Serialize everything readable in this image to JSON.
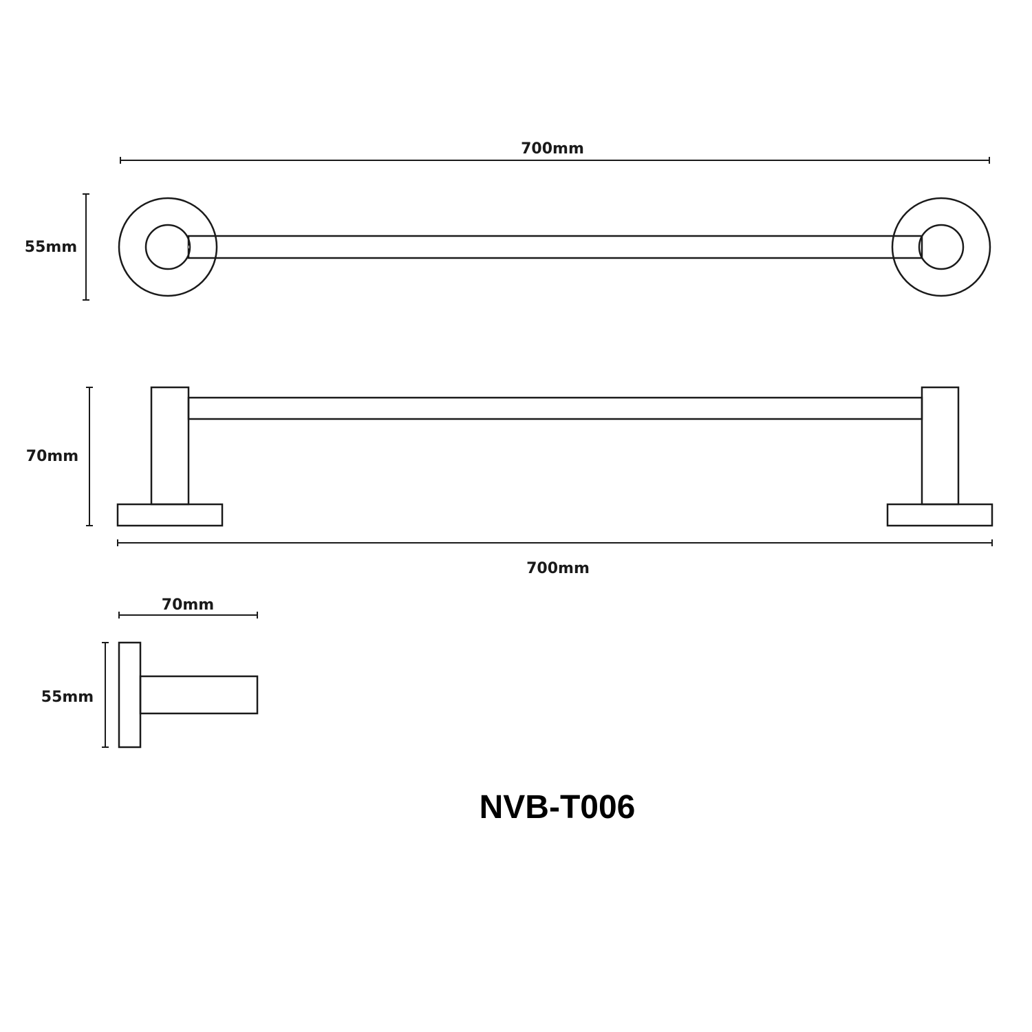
{
  "top_view": {
    "width_label": "700mm",
    "height_label": "55mm"
  },
  "front_view": {
    "height_label": "70mm",
    "width_label": "700mm"
  },
  "side_view": {
    "depth_label": "70mm",
    "height_label": "55mm"
  },
  "model_code": "NVB-T006",
  "colors": {
    "line": "#1a1a1a",
    "background": "#ffffff"
  }
}
